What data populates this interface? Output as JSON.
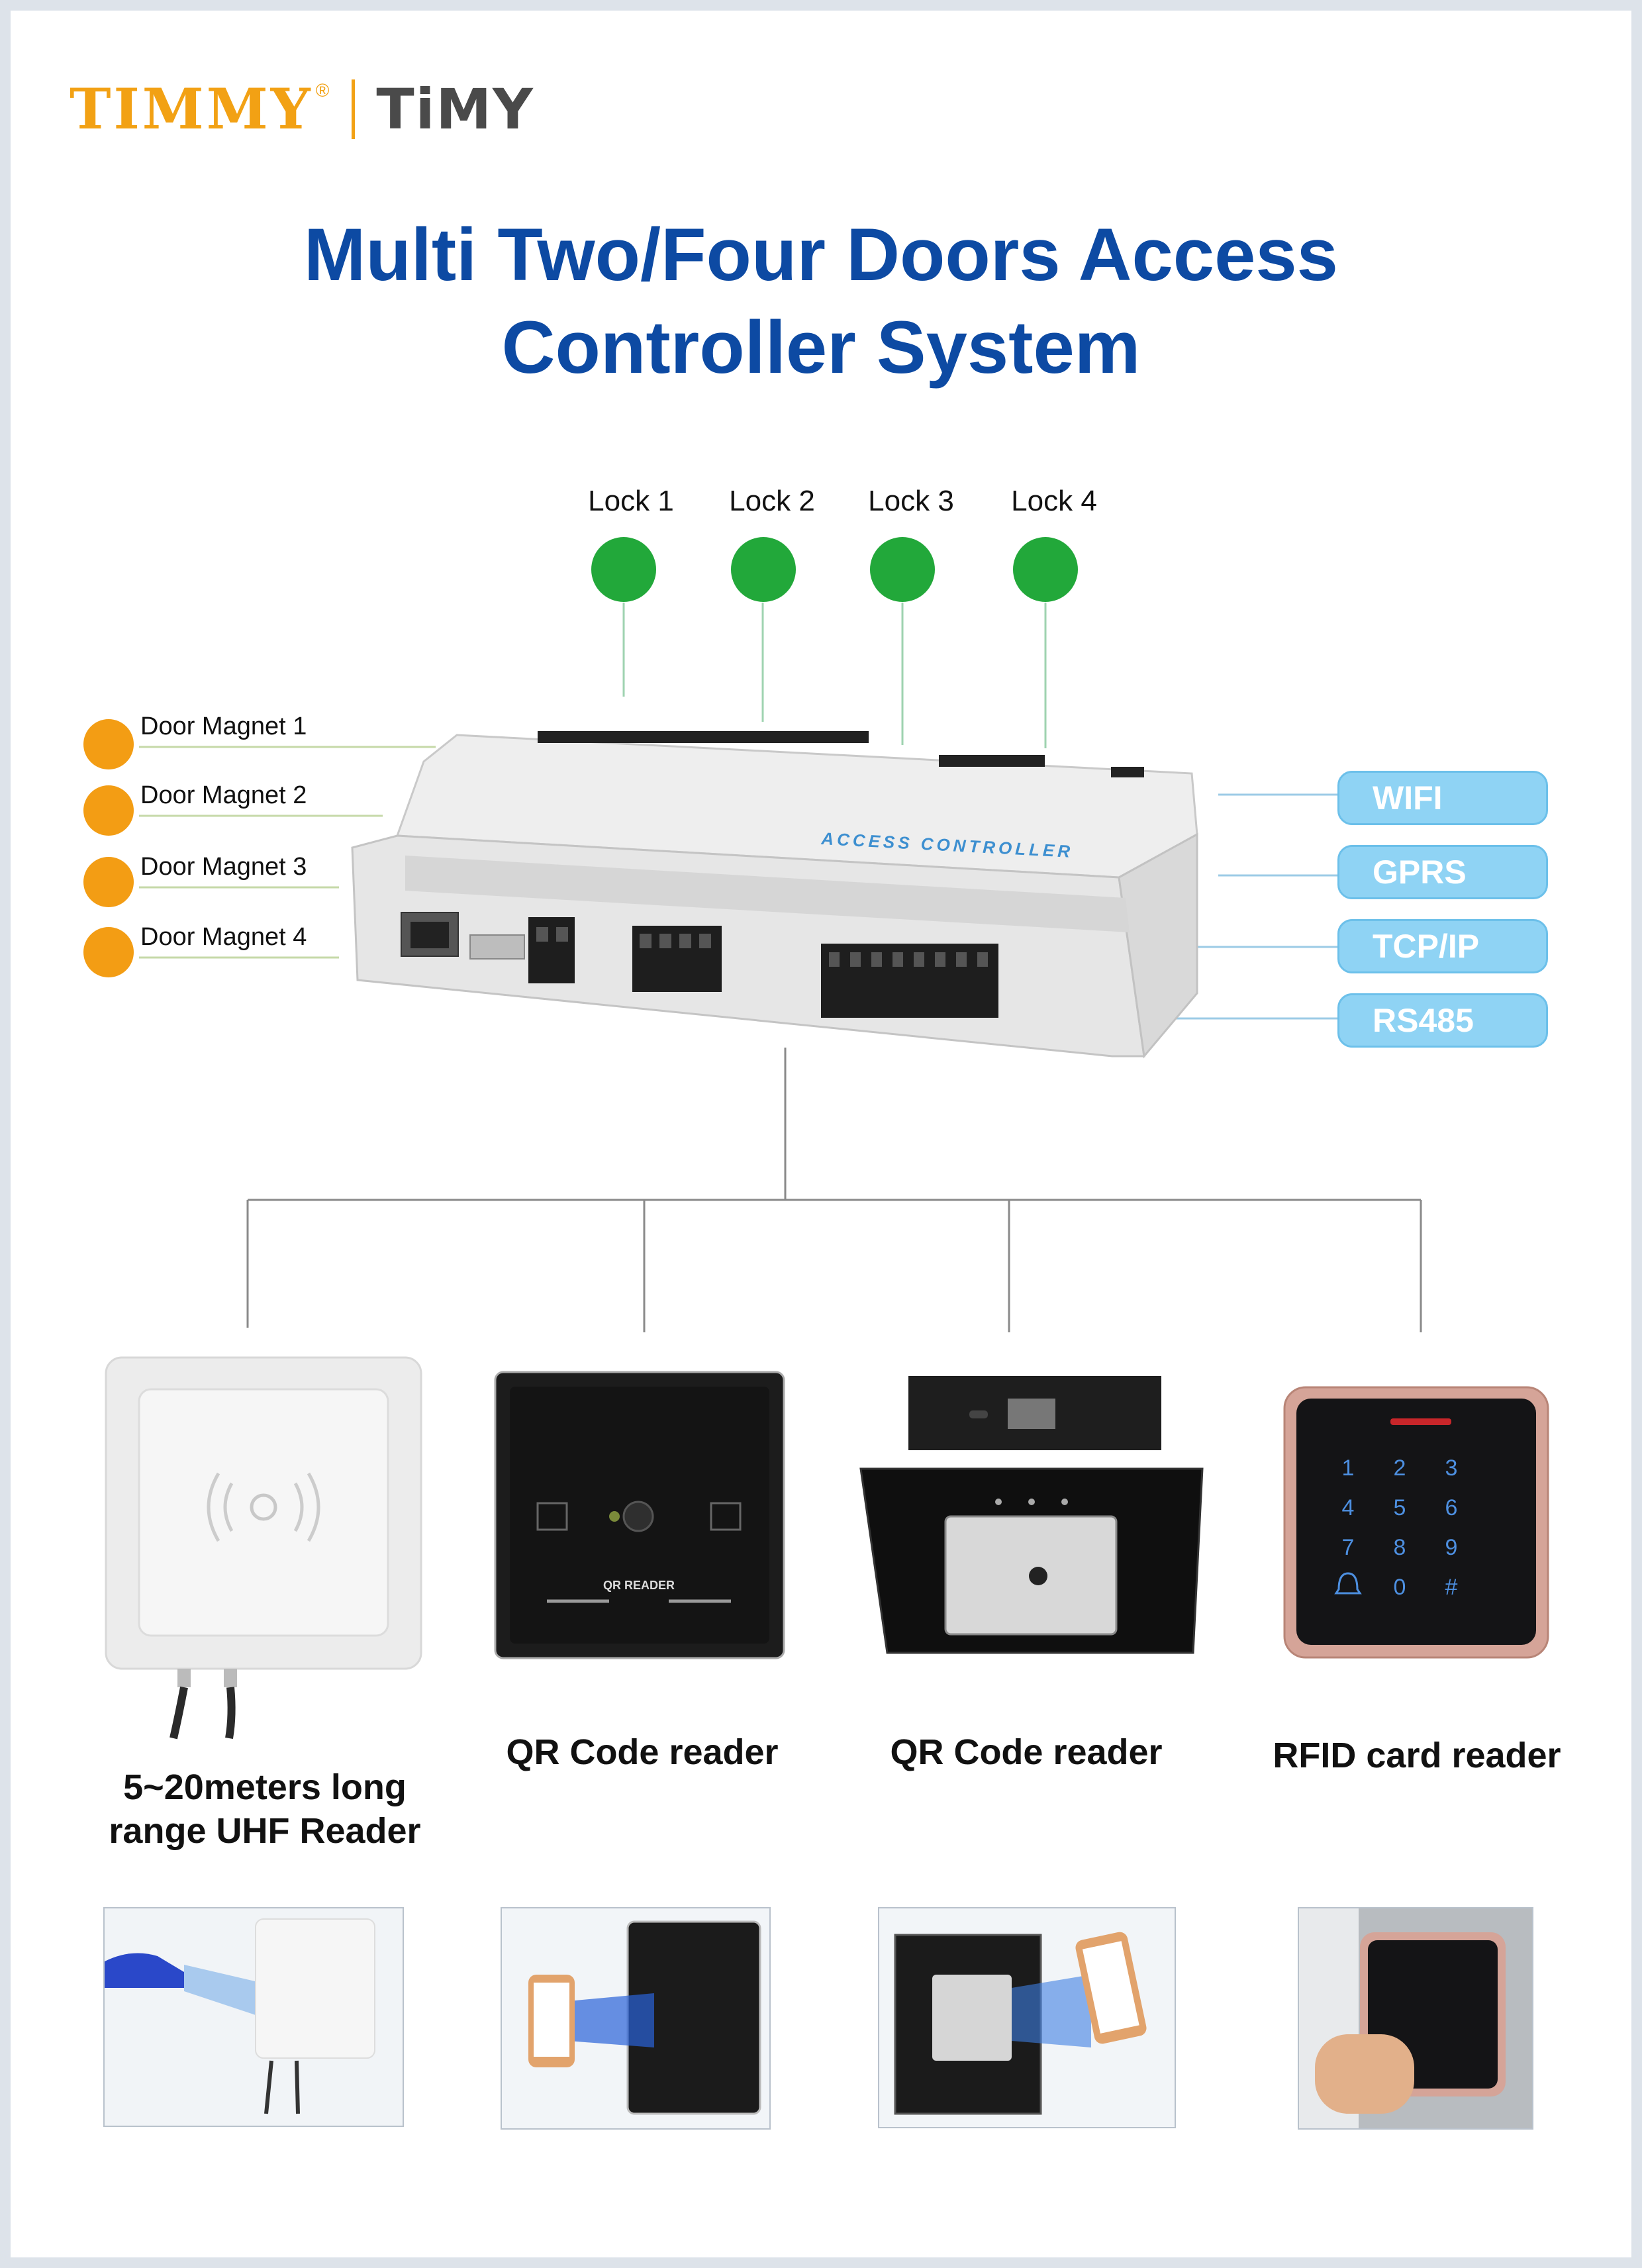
{
  "brand": {
    "name_left": "TIMMY",
    "registered": "®",
    "name_right": "TiMY"
  },
  "title": {
    "line1": "Multi Two/Four Doors Access",
    "line2": "Controller System"
  },
  "locks": [
    "Lock 1",
    "Lock 2",
    "Lock 3",
    "Lock 4"
  ],
  "door_magnets": [
    "Door Magnet 1",
    "Door Magnet 2",
    "Door Magnet 3",
    "Door Magnet 4"
  ],
  "connectivity": [
    "WIFI",
    "GPRS",
    "TCP/IP",
    "RS485"
  ],
  "controller": {
    "label": "ACCESS CONTROLLER"
  },
  "readers": [
    {
      "label_line1": "5~20meters long",
      "label_line2": "range UHF Reader"
    },
    {
      "label_line1": "QR Code reader",
      "label_line2": ""
    },
    {
      "label_line1": "QR Code reader",
      "label_line2": ""
    },
    {
      "label_line1": "RFID card reader",
      "label_line2": ""
    }
  ],
  "qr_reader_text": "QR READER",
  "keypad_keys": [
    "1",
    "2",
    "3",
    "4",
    "5",
    "6",
    "7",
    "8",
    "9",
    "",
    "0",
    "#"
  ],
  "colors": {
    "title": "#0d4aa3",
    "lock": "#22a83a",
    "magnet": "#f39d14",
    "pill": "#8fd3f4",
    "brand": "#f2a114"
  }
}
